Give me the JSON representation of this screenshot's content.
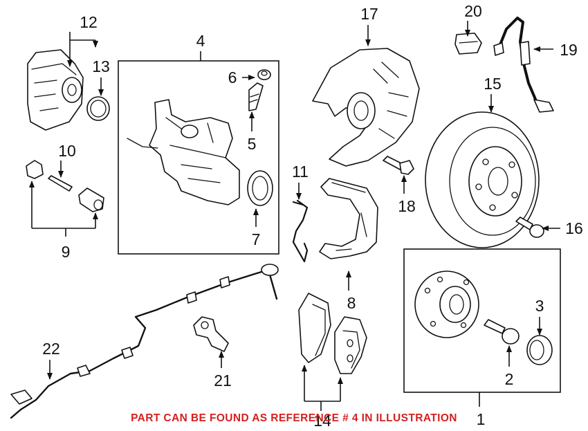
{
  "callouts": {
    "c1": "1",
    "c2": "2",
    "c3": "3",
    "c4": "4",
    "c5": "5",
    "c6": "6",
    "c7": "7",
    "c8": "8",
    "c9": "9",
    "c10": "10",
    "c11": "11",
    "c12": "12",
    "c13": "13",
    "c14": "14",
    "c15": "15",
    "c16": "16",
    "c17": "17",
    "c18": "18",
    "c19": "19",
    "c20": "20",
    "c21": "21",
    "c22": "22"
  },
  "note": "PART CAN BE FOUND AS REFERENCE # 4 IN ILLUSTRATION",
  "colors": {
    "note": "#d42020",
    "lines": "#111111"
  }
}
